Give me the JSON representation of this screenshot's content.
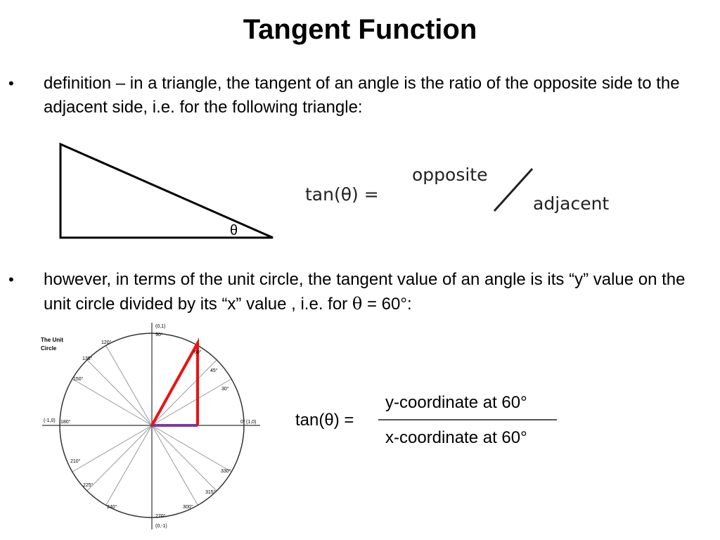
{
  "title": "Tangent Function",
  "bullets": [
    {
      "symbol": "•",
      "text": "definition – in a triangle, the tangent of an angle is the ratio of the opposite side to the adjacent side, i.e. for the following triangle:"
    },
    {
      "symbol": "•",
      "text_part1": "however, in terms of the unit circle, the tangent value of an angle is its “y” value on the unit circle divided by its “x” value , i.e. for ",
      "theta": "θ",
      "text_part2": " = 60°:"
    }
  ],
  "triangle": {
    "angle_label": "θ"
  },
  "ratio_formula": {
    "lhs": "tan(θ) =",
    "numerator": "opposite",
    "denominator": "adjacent"
  },
  "unit_circle": {
    "title_line1": "The Unit",
    "title_line2": "Circle",
    "angle_labels": {
      "d0": "0°",
      "d30": "30°",
      "d45": "45°",
      "d60": "60°",
      "d90": "90°",
      "d120": "120°",
      "d135": "135°",
      "d150": "150°",
      "d180": "180°",
      "d210": "210°",
      "d225": "225°",
      "d240": "240°",
      "d270": "270°",
      "d300": "300°",
      "d315": "315°",
      "d330": "330°"
    },
    "coordinate_labels": {
      "p0": "(1,0)",
      "p90": "(0,1)",
      "p180": "(-1,0)",
      "p270": "(0,-1)"
    },
    "colors": {
      "triangle": "#ee1111",
      "adjacent": "#7a3aa6"
    }
  },
  "coordinate_formula": {
    "lhs": "tan(θ) =",
    "numerator": "y-coordinate at 60°",
    "denominator": "x-coordinate at 60°"
  }
}
